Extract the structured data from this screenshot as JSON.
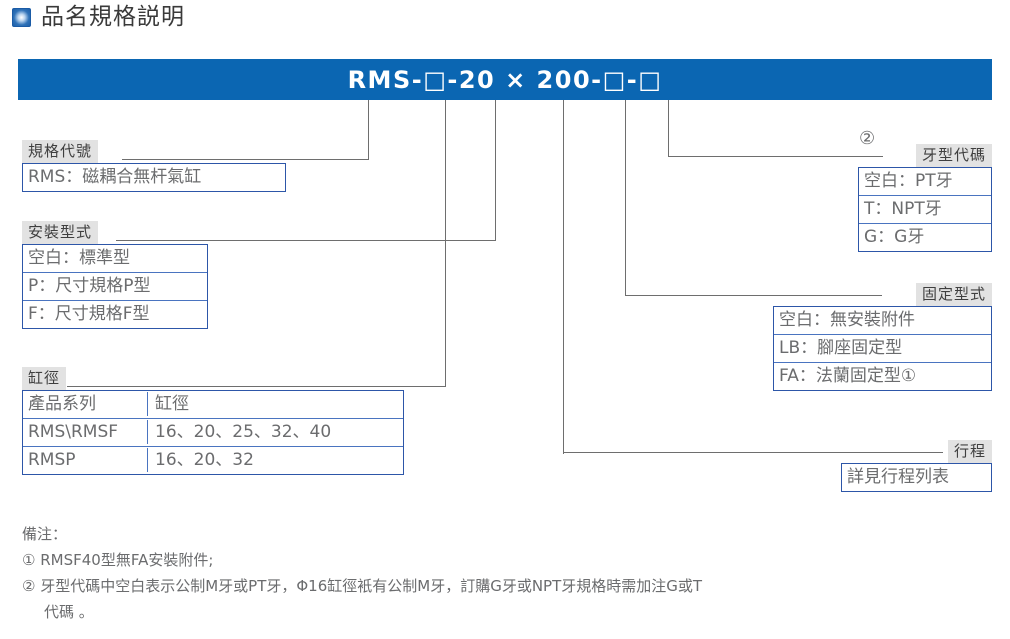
{
  "title": {
    "text": "品名規格説明",
    "bullet_icon": "blue-square-icon"
  },
  "model_bar": {
    "code": "RMS-□-20 × 200-□-□",
    "bar_color": "#0b66b2"
  },
  "callouts": {
    "spec_code": {
      "header": "規格代號",
      "rows": [
        "RMS：磁耦合無杆氣缸"
      ]
    },
    "mounting_type": {
      "header": "安裝型式",
      "rows": [
        "空白：標準型",
        "P：尺寸規格P型",
        "F：尺寸規格F型"
      ]
    },
    "bore": {
      "header": "缸徑",
      "columns": [
        "產品系列",
        "缸徑"
      ],
      "rows": [
        [
          "RMS\\RMSF",
          "16、20、25、32、40"
        ],
        [
          "RMSP",
          "16、20、32"
        ]
      ]
    },
    "thread_code": {
      "header": "牙型代碼",
      "marker": "②",
      "rows": [
        "空白：PT牙",
        "T：NPT牙",
        "G：G牙"
      ]
    },
    "fixing_type": {
      "header": "固定型式",
      "rows": [
        "空白：無安裝附件",
        "LB：腳座固定型",
        "FA：法蘭固定型①"
      ]
    },
    "stroke": {
      "header": "行程",
      "rows": [
        "詳見行程列表"
      ]
    }
  },
  "notes": {
    "label": "備注：",
    "items": [
      "① RMSF40型無FA安裝附件;",
      "② 牙型代碼中空白表示公制M牙或PT牙，Φ16缸徑衹有公制M牙，訂購G牙或NPT牙規格時需加注G或T",
      "代碼 。"
    ]
  }
}
